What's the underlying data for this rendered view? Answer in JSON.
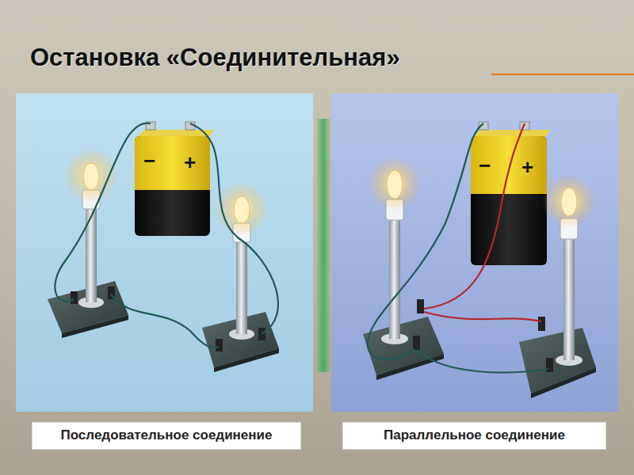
{
  "diagram": {
    "title": "Остановка «Соединительная»",
    "nodes": [
      {
        "text": [
          "Последовательное соединение"
        ]
      },
      {
        "text": [
          "Параллельное соединение"
        ]
      }
    ],
    "labels": [
      "−",
      "+",
      "−",
      "+"
    ]
  }
}
